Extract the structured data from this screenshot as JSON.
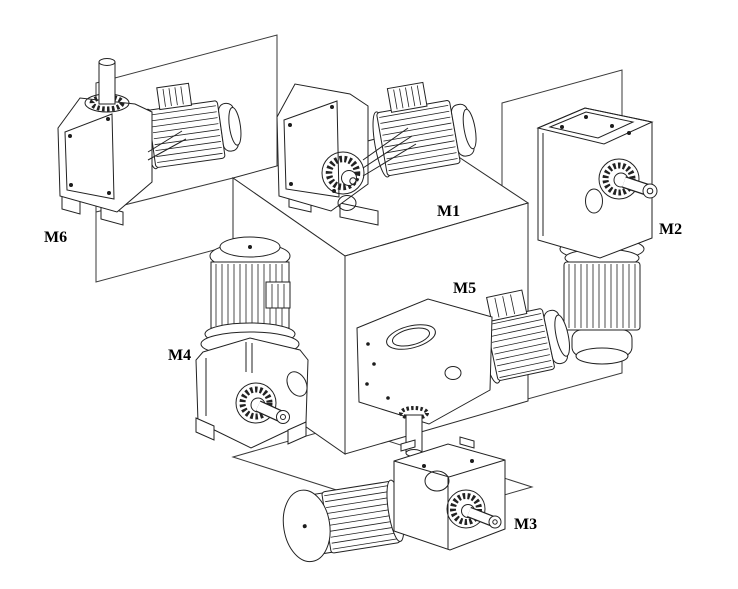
{
  "diagram": {
    "background_color": "#ffffff",
    "line_color": "#222222",
    "plane_line_color": "#3a3a3a",
    "label_color": "#000000",
    "icons": {
      "cube": "cube-wireframe-icon",
      "plane": "mounting-plane-icon",
      "gearmotor": "gearmotor-line-art-icon"
    },
    "mounting_positions": [
      {
        "id": "m1",
        "label": "M1"
      },
      {
        "id": "m2",
        "label": "M2"
      },
      {
        "id": "m3",
        "label": "M3"
      },
      {
        "id": "m4",
        "label": "M4"
      },
      {
        "id": "m5",
        "label": "M5"
      },
      {
        "id": "m6",
        "label": "M6"
      }
    ]
  }
}
